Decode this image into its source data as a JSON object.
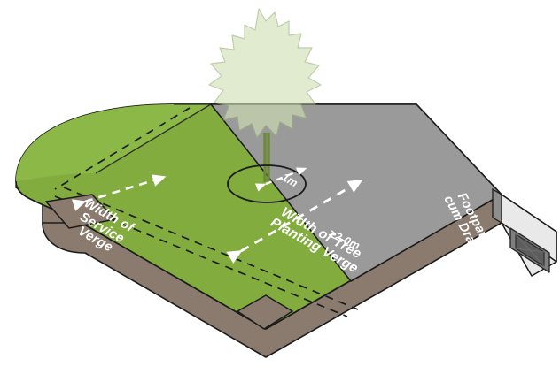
{
  "diagram": {
    "title": "Isometric road cross-section: tree planting verge, service verge and footpath cum drain",
    "labels": {
      "service_verge": "Width of\nService\nVerge",
      "tree_verge": "Width of Tree\nPlanting Verge",
      "tree_verge_dimension": "≥2.0m",
      "tree_pit_radius": "1m",
      "footpath": "Footpath\ncum Drain"
    },
    "colors": {
      "verge_green": "#82ad3e",
      "verge_green_light": "#8cb848",
      "verge_green_dark": "#74a033",
      "footpath_grey": "#9a9a9a",
      "footpath_grey_dark": "#8e8e8e",
      "endcap_light": "#e9e9e9",
      "drain_mid_grey": "#7f7f7f",
      "drain_dark_grey": "#5d5d5d",
      "soil_brown": "#8a7b6e",
      "soil_brown_dark": "#7b6d61",
      "canopy_green": "#dde8c8",
      "trunk_green": "#6d8a3a",
      "outline": "#1c1c1c",
      "annotation_white": "#ffffff"
    },
    "elements": [
      "tree-canopy",
      "tree-trunk",
      "tree-pit-circle",
      "tree-planting-verge",
      "service-verge",
      "service-verge-dashed-lines",
      "footpath-cum-drain",
      "drain-opening",
      "soil-base",
      "kerb-block-left",
      "kerb-block-front",
      "dimension-arrow-service-verge",
      "dimension-arrow-tree-verge",
      "dimension-arrow-radius"
    ]
  }
}
